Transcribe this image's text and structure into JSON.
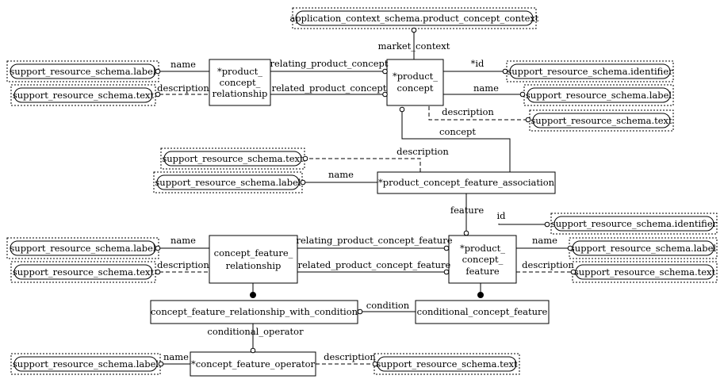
{
  "entities": {
    "pc_context": "application_context_schema.product_concept_context",
    "pcr_line1": "*product_",
    "pcr_line2": "concept_",
    "pcr_line3": "relationship",
    "pc_line1": "*product_",
    "pc_line2": "concept",
    "pcfa": "*product_concept_feature_association",
    "cfr_line1": "concept_feature_",
    "cfr_line2": "relationship",
    "pcf_line1": "*product_",
    "pcf_line2": "concept_",
    "pcf_line3": "feature",
    "cfrwc": "concept_feature_relationship_with_condition",
    "ccf": "conditional_concept_feature",
    "cfo": "*concept_feature_operator"
  },
  "externals": {
    "label": "support_resource_schema.label",
    "text": "support_resource_schema.text",
    "identifier": "support_resource_schema.identifier"
  },
  "attributes": {
    "market_context": "market_context",
    "name": "name",
    "description": "description",
    "relating_product_concept": "relating_product_concept",
    "related_product_concept": "related_product_concept",
    "id_star": "*id",
    "id": "id",
    "concept": "concept",
    "feature": "feature",
    "relating_product_concept_feature": "relating_product_concept_feature",
    "related_product_concept_feature": "related_product_concept_feature",
    "condition": "condition",
    "conditional_operator": "conditional_operator"
  }
}
